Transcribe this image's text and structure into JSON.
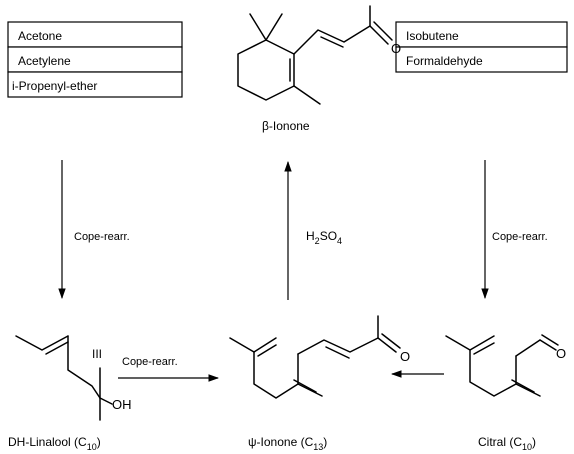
{
  "raw_materials_left": [
    "Acetone",
    "Acetylene",
    "i-Propenyl-ether"
  ],
  "raw_materials_right": [
    "Isobutene",
    "Formaldehyde"
  ],
  "compounds": {
    "beta_ionone": "β-Ionone",
    "dh_linalool_name": "DH-Linalool (C",
    "dh_linalool_sub": "10",
    "psi_ionone_name": "ψ-Ionone (C",
    "psi_ionone_sub": "13",
    "citral_name": "Citral (C",
    "citral_sub": "10",
    "close_paren": ")"
  },
  "atoms": {
    "oxygen": "O",
    "hydroxyl": "OH",
    "triple_bond": "III"
  },
  "reactions": {
    "left_down": "Cope-rearr.",
    "right_down": "Cope-rearr.",
    "bottom_right": "Cope-rearr.",
    "acid_h": "H",
    "acid_sub1": "2",
    "acid_so": "SO",
    "acid_sub2": "4"
  }
}
